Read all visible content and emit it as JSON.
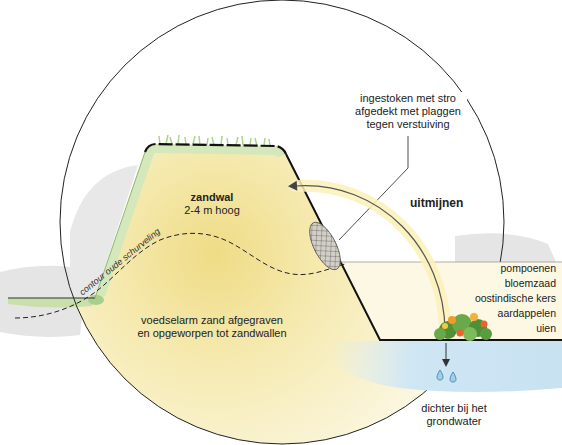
{
  "diagram": {
    "nodes": [
      {
        "text": [
          "zandwal",
          "2-4 m hoog"
        ]
      }
    ],
    "labels": [
      "ingestoken met stro afgedekt met plaggen tegen verstuiving",
      "uitmijnen",
      "contour oude schurveling",
      "voedselarm zand afgegraven en opgeworpen tot zandwallen",
      "pompoenen",
      "bloemzaad",
      "oostindische kers",
      "aardappelen",
      "uien",
      "dichter bij het grondwater"
    ]
  }
}
